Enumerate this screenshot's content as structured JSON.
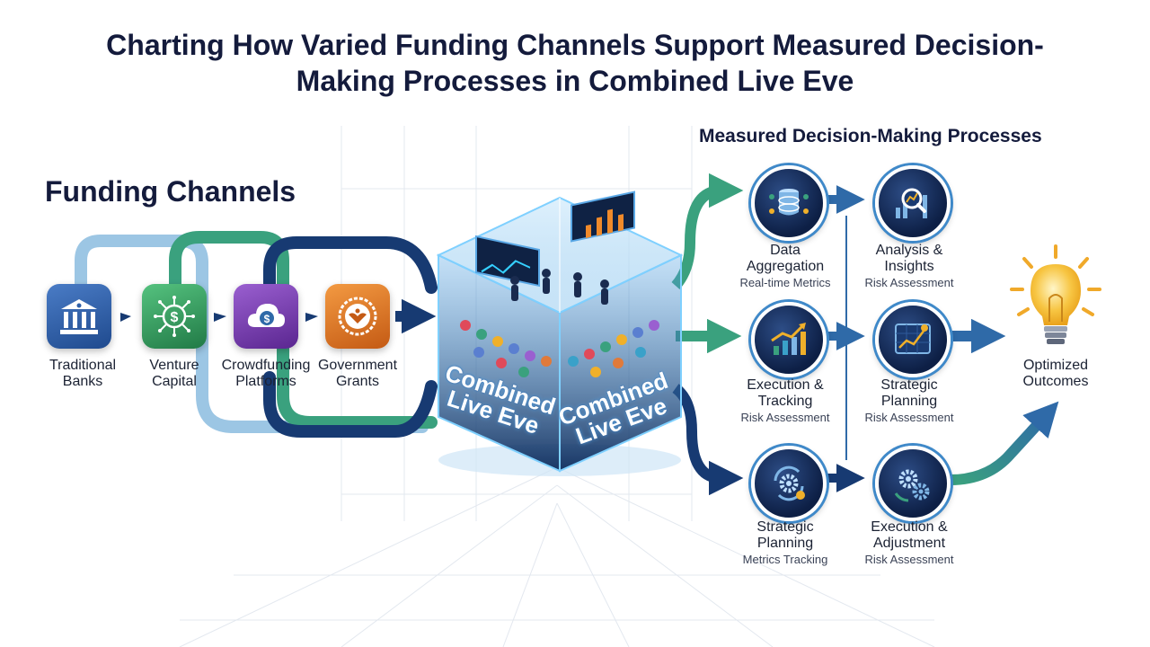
{
  "title": "Charting How Varied Funding Channels Support Measured Decision-Making Processes in Combined Live Eve",
  "funding": {
    "heading": "Funding Channels",
    "channels": [
      {
        "line1": "Traditional",
        "line2": "Banks",
        "icon": "bank-icon",
        "color": "#2f5fa8"
      },
      {
        "line1": "Venture",
        "line2": "Capital",
        "icon": "dollar-circuit-icon",
        "color": "#2f9e5c"
      },
      {
        "line1": "Crowdfunding",
        "line2": "Platforms",
        "icon": "cloud-dollar-icon",
        "color": "#7b3fb0"
      },
      {
        "line1": "Government",
        "line2": "Grants",
        "icon": "seal-icon",
        "color": "#e0782a"
      }
    ]
  },
  "hub": {
    "label_line1": "Combined",
    "label_line2": "Live Eve",
    "icon": "live-event-crowd-icon"
  },
  "process": {
    "heading": "Measured Decision-Making Processes",
    "nodes": [
      {
        "title1": "Data",
        "title2": "Aggregation",
        "subtitle": "Real-time Metrics",
        "icon": "database-icon"
      },
      {
        "title1": "Analysis &",
        "title2": "Insights",
        "subtitle": "Risk Assessment",
        "icon": "magnifier-chart-icon"
      },
      {
        "title1": "Execution &",
        "title2": "Tracking",
        "subtitle": "Risk Assessment",
        "icon": "growth-chart-icon"
      },
      {
        "title1": "Strategic",
        "title2": "Planning",
        "subtitle": "Risk Assessment",
        "icon": "dashboard-icon"
      },
      {
        "title1": "Strategic",
        "title2": "Planning",
        "subtitle": "Metrics Tracking",
        "icon": "gear-cycle-icon"
      },
      {
        "title1": "Execution &",
        "title2": "Adjustment",
        "subtitle": "Risk Assessment",
        "icon": "gears-icon"
      }
    ]
  },
  "outcome": {
    "line1": "Optimized",
    "line2": "Outcomes",
    "icon": "lightbulb-icon"
  },
  "colors": {
    "navy": "#173a72",
    "teal": "#3aa17e",
    "light_blue": "#9cc6e4",
    "title": "#141b3c"
  }
}
